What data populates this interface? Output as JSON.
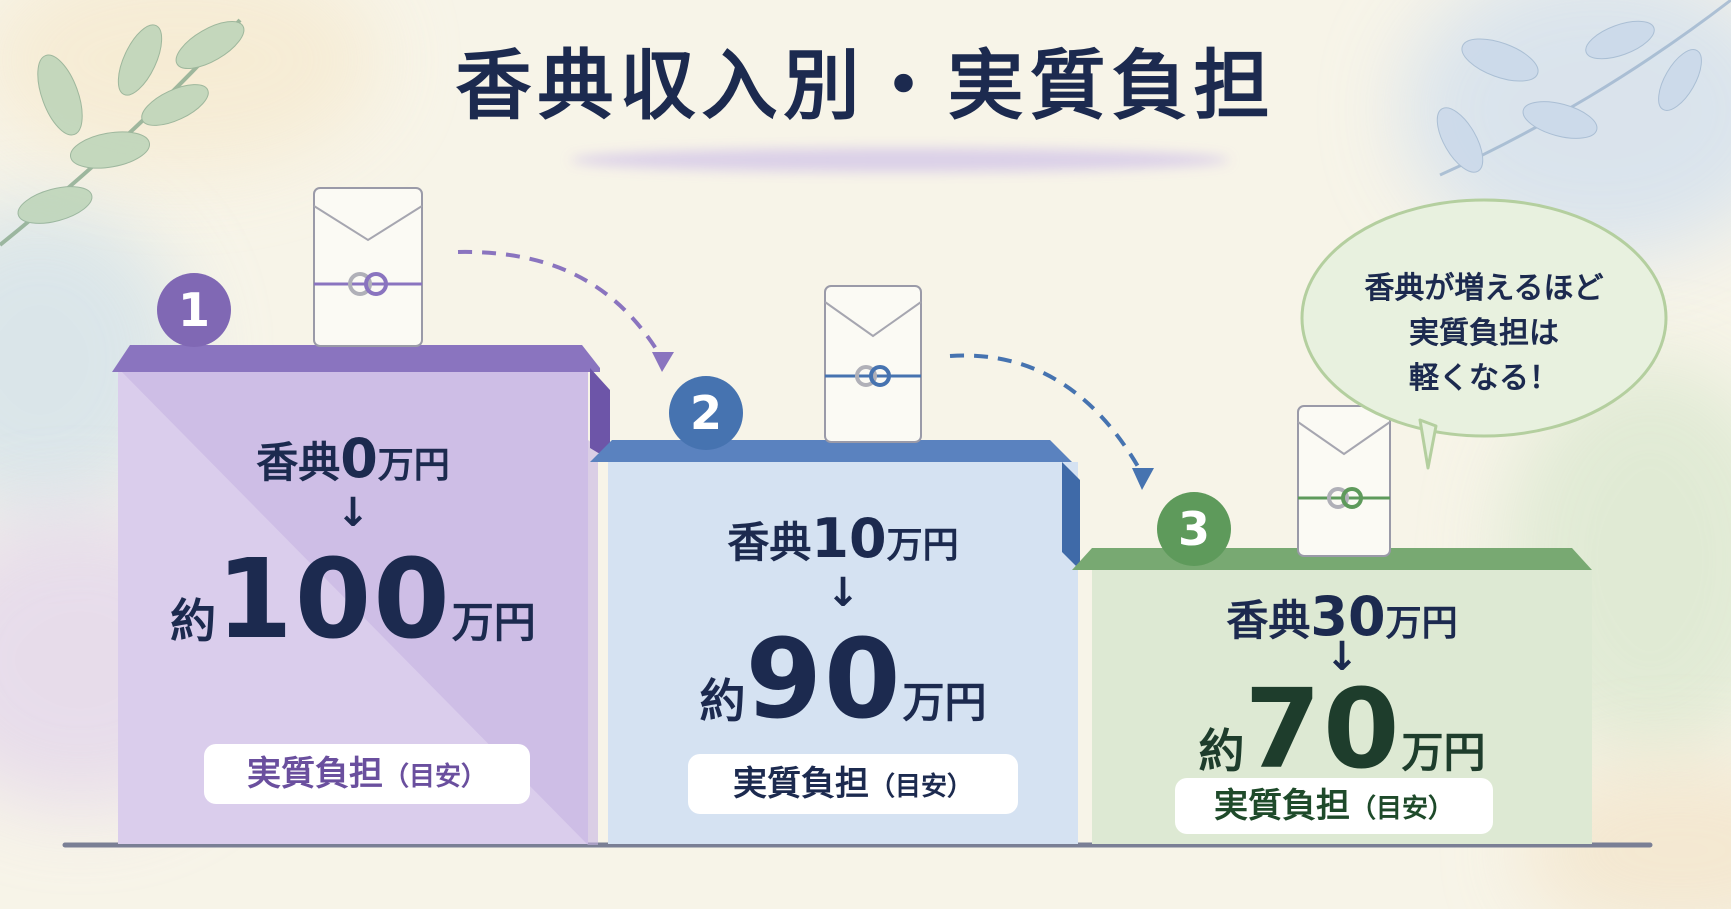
{
  "title": "香典収入別・実質負担",
  "steps": [
    {
      "badge": "1",
      "koden_prefix": "香典",
      "koden_amount": "0",
      "koden_unit": "万円",
      "arrow": "↓",
      "approx": "約",
      "result_amount": "100",
      "result_unit": "万円",
      "label": "実質負担",
      "label_note": "（目安）",
      "color": "#8068b4",
      "label_color": "#6a4f9e"
    },
    {
      "badge": "2",
      "koden_prefix": "香典",
      "koden_amount": "10",
      "koden_unit": "万円",
      "arrow": "↓",
      "approx": "約",
      "result_amount": "90",
      "result_unit": "万円",
      "label": "実質負担",
      "label_note": "（目安）",
      "color": "#4673b0",
      "label_color": "#1c2a4f"
    },
    {
      "badge": "3",
      "koden_prefix": "香典",
      "koden_amount": "30",
      "koden_unit": "万円",
      "arrow": "↓",
      "approx": "約",
      "result_amount": "70",
      "result_unit": "万円",
      "label": "実質負担",
      "label_note": "（目安）",
      "color": "#5e9a5b",
      "label_color": "#1e4a2a"
    }
  ],
  "speech_bubble": {
    "line1": "香典が増えるほど",
    "line2": "実質負担は",
    "line3": "軽くなる！"
  },
  "colors": {
    "title": "#1c2a4f",
    "purple": "#8068b4",
    "blue": "#4673b0",
    "green": "#5e9a5b",
    "background": "#f7f4e8"
  },
  "icons": [
    "envelope-icon",
    "leaf-branch-icon",
    "dashed-arrow-icon"
  ]
}
